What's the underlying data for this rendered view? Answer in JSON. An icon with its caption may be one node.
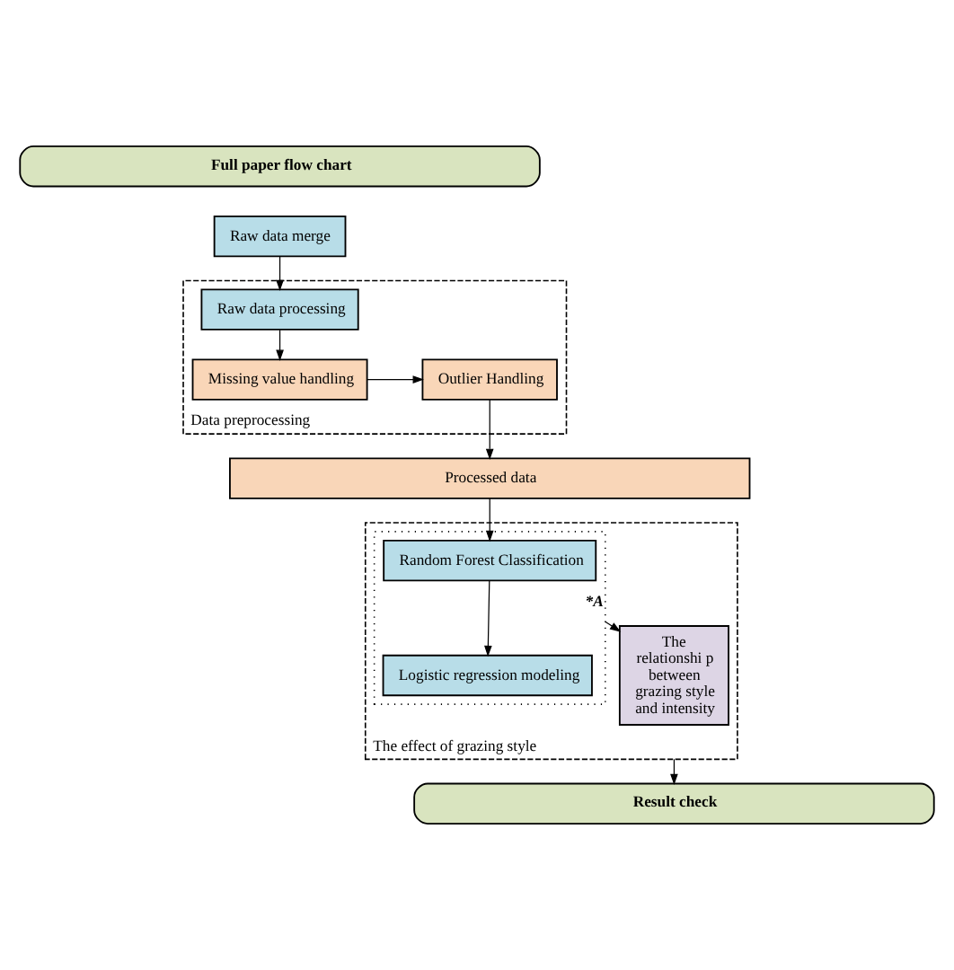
{
  "diagram": {
    "nodes": [
      {
        "text": [
          "Full paper flow chart"
        ]
      },
      {
        "text": [
          "Raw data merge"
        ]
      },
      {
        "text": [
          "Data preprocessing"
        ]
      },
      {
        "text": [
          "Raw data processing"
        ],
        "in": 2
      },
      {
        "text": [
          "Missing value handling"
        ],
        "in": 2
      },
      {
        "text": [
          "Outlier Handling"
        ],
        "in": 2
      },
      {
        "text": [
          "Processed data"
        ]
      },
      {
        "text": [
          "The effect of grazing style"
        ]
      },
      {
        "text": [],
        "shape": "box",
        "in": 7
      },
      {
        "text": [
          "Random Forest Classification"
        ],
        "in": 8
      },
      {
        "text": [
          "Logistic regression modeling"
        ],
        "in": 8
      },
      {
        "text": [
          "The relationshi p between grazing style and intensity"
        ],
        "in": 7
      },
      {
        "text": [
          "Result check"
        ]
      }
    ],
    "edges": [
      {
        "from": 1,
        "to": 3,
        "arrow": "to"
      },
      {
        "from": 3,
        "to": 4,
        "arrow": "to"
      },
      {
        "from": 4,
        "to": 5,
        "arrow": "to"
      },
      {
        "from": 5,
        "to": 6,
        "arrow": "to"
      },
      {
        "from": 6,
        "to": 9,
        "arrow": "to"
      },
      {
        "from": 9,
        "to": 10,
        "arrow": "to"
      },
      {
        "from": 8,
        "to": 11,
        "arrow": "to",
        "label": "*A"
      },
      {
        "from": 7,
        "to": 12,
        "arrow": "to"
      }
    ]
  }
}
